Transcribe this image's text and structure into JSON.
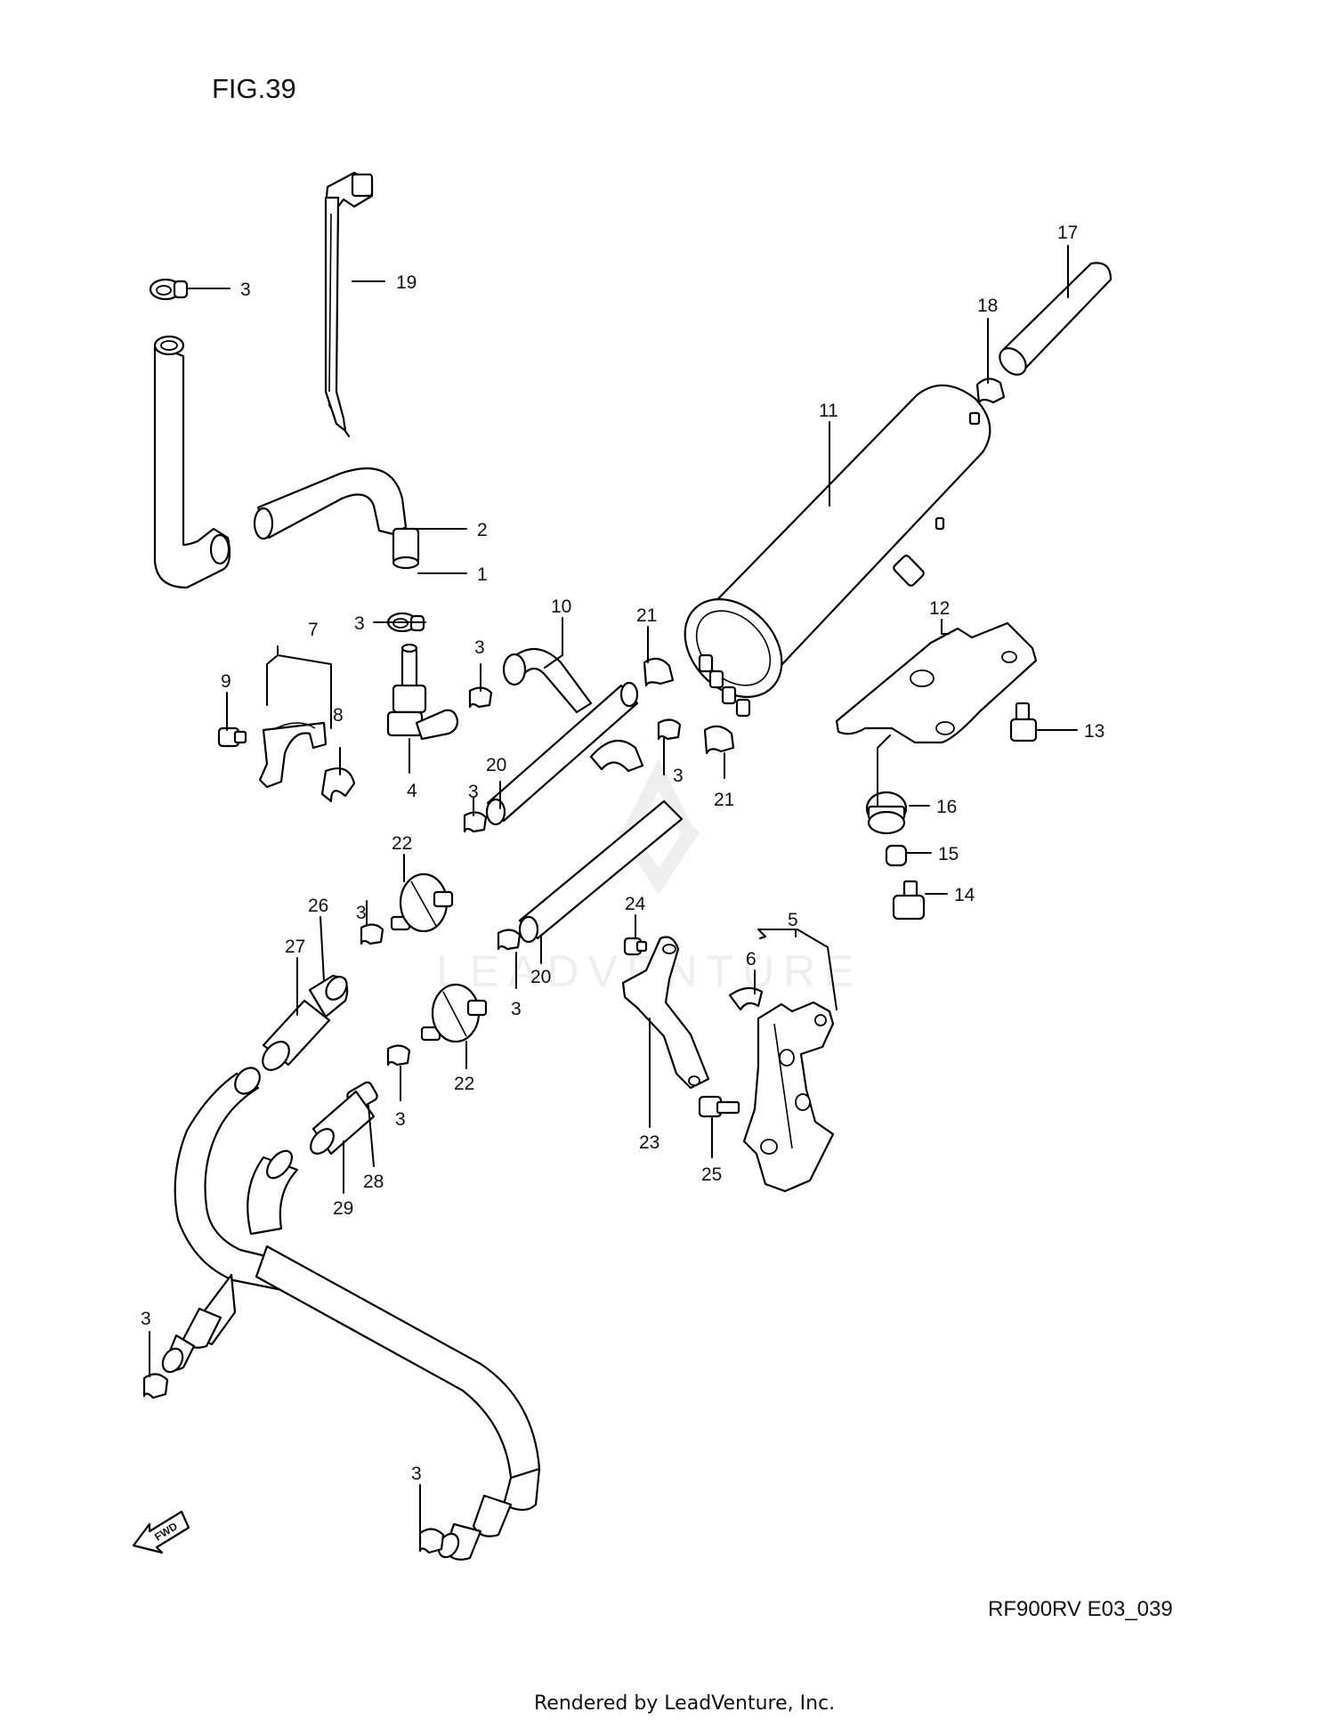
{
  "figure_title": "FIG.39",
  "diagram_code": "RF900RV E03_039",
  "footer": "Rendered by LeadVenture, Inc.",
  "watermark": "LEADVENTURE",
  "fwd_label": "FWD",
  "callouts": [
    "3",
    "19",
    "2",
    "1",
    "3",
    "7",
    "3",
    "9",
    "8",
    "4",
    "10",
    "21",
    "11",
    "17",
    "18",
    "12",
    "13",
    "16",
    "15",
    "14",
    "3",
    "20",
    "21",
    "22",
    "3",
    "26",
    "27",
    "24",
    "20",
    "3",
    "5",
    "6",
    "22",
    "3",
    "23",
    "25",
    "28",
    "29",
    "3",
    "3"
  ]
}
